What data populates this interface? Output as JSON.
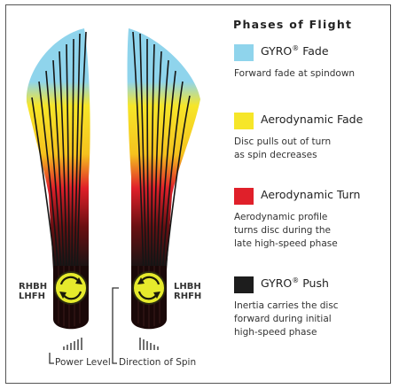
{
  "title": "Phases of Flight",
  "legend": [
    {
      "name": "GYRO",
      "reg": "®",
      "suffix": " Fade",
      "color": "#8fd4ec",
      "desc": [
        "Forward fade at spindown"
      ]
    },
    {
      "name": "Aerodynamic Fade",
      "reg": "",
      "suffix": "",
      "color": "#f6e629",
      "desc": [
        "Disc pulls out of turn",
        "as spin decreases"
      ]
    },
    {
      "name": "Aerodynamic Turn",
      "reg": "",
      "suffix": "",
      "color": "#e0202a",
      "desc": [
        "Aerodynamic profile",
        "turns disc during the",
        "late high-speed phase"
      ]
    },
    {
      "name": "GYRO",
      "reg": "®",
      "suffix": " Push",
      "color": "#1d1d1d",
      "desc": [
        "Inertia carries the disc",
        "forward during initial",
        "high-speed phase"
      ]
    }
  ],
  "left_throws": [
    "RHBH",
    "LHFH"
  ],
  "right_throws": [
    "LHBH",
    "RHFH"
  ],
  "power_level_label": "Power Level",
  "direction_label": "Direction of Spin",
  "icons": [
    "spin-arrows-icon",
    "power-level-bars-icon"
  ]
}
